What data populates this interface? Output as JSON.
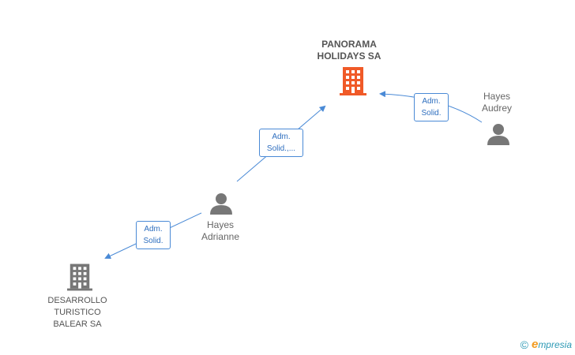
{
  "nodes": {
    "panorama": {
      "line1": "PANORAMA",
      "line2": "HOLIDAYS SA",
      "color": "#f05a28"
    },
    "desarrollo": {
      "line1": "DESARROLLO",
      "line2": "TURISTICO",
      "line3": "BALEAR SA",
      "color": "#777777"
    },
    "hayes_adrianne": {
      "line1": "Hayes",
      "line2": "Adrianne"
    },
    "hayes_audrey": {
      "line1": "Hayes",
      "line2": "Audrey"
    }
  },
  "edges": {
    "adrianne_to_panorama": {
      "line1": "Adm.",
      "line2": "Solid.,..."
    },
    "audrey_to_panorama": {
      "line1": "Adm.",
      "line2": "Solid."
    },
    "adrianne_to_desarrollo": {
      "line1": "Adm.",
      "line2": "Solid."
    }
  },
  "footer": {
    "copyright": "©",
    "brand_e": "e",
    "brand_rest": "mpresia"
  },
  "colors": {
    "edge": "#4a8ad6",
    "person": "#777777",
    "main_company": "#f05a28",
    "company": "#777777"
  }
}
